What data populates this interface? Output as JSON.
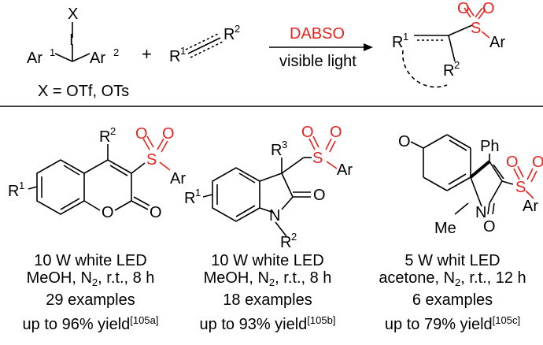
{
  "scheme": {
    "reagent": "DABSO",
    "condition": "visible light",
    "x_note": "X = OTf, OTs"
  },
  "reactant1": {
    "x": "X",
    "i": "I",
    "ar1": "Ar",
    "ar1_sup": "1",
    "ar2": "Ar",
    "ar2_sup": "2"
  },
  "plus": "+",
  "reactant2": {
    "r1": "R",
    "r1_sup": "1",
    "r2": "R",
    "r2_sup": "2"
  },
  "product": {
    "r1": "R",
    "r1_sup": "1",
    "r2": "R",
    "r2_sup": "2",
    "s": "S",
    "o": "O",
    "ar": "Ar"
  },
  "coumarin": {
    "r1": "R",
    "r1_sup": "1",
    "r2": "R",
    "r2_sup": "2",
    "o": "O",
    "s": "S",
    "ar": "Ar",
    "line1": "10 W white LED",
    "line2_a": "MeOH, N",
    "line2_sub": "2",
    "line2_b": ", r.t., 8 h",
    "line3": "29 examples",
    "line4_a": "up to 96% yield",
    "line4_ref": "[105a]"
  },
  "oxindole": {
    "r1": "R",
    "r1_sup": "1",
    "r2": "R",
    "r2_sup": "2",
    "r3": "R",
    "r3_sup": "3",
    "n": "N",
    "o": "O",
    "s": "S",
    "ar": "Ar",
    "line1": "10 W white LED",
    "line2_a": "MeOH, N",
    "line2_sub": "2",
    "line2_b": ", r.t., 8 h",
    "line3": "18 examples",
    "line4_a": "up to 93% yield",
    "line4_ref": "[105b]"
  },
  "spiro": {
    "ph": "Ph",
    "me": "Me",
    "n": "N",
    "o": "O",
    "s": "S",
    "ar": "Ar",
    "line1": "5 W whit LED",
    "line2_a": "acetone, N",
    "line2_sub": "2",
    "line2_b": ", r.t., 12 h",
    "line3": "6 examples",
    "line4_a": "up to 79% yield",
    "line4_ref": "[105c]"
  }
}
